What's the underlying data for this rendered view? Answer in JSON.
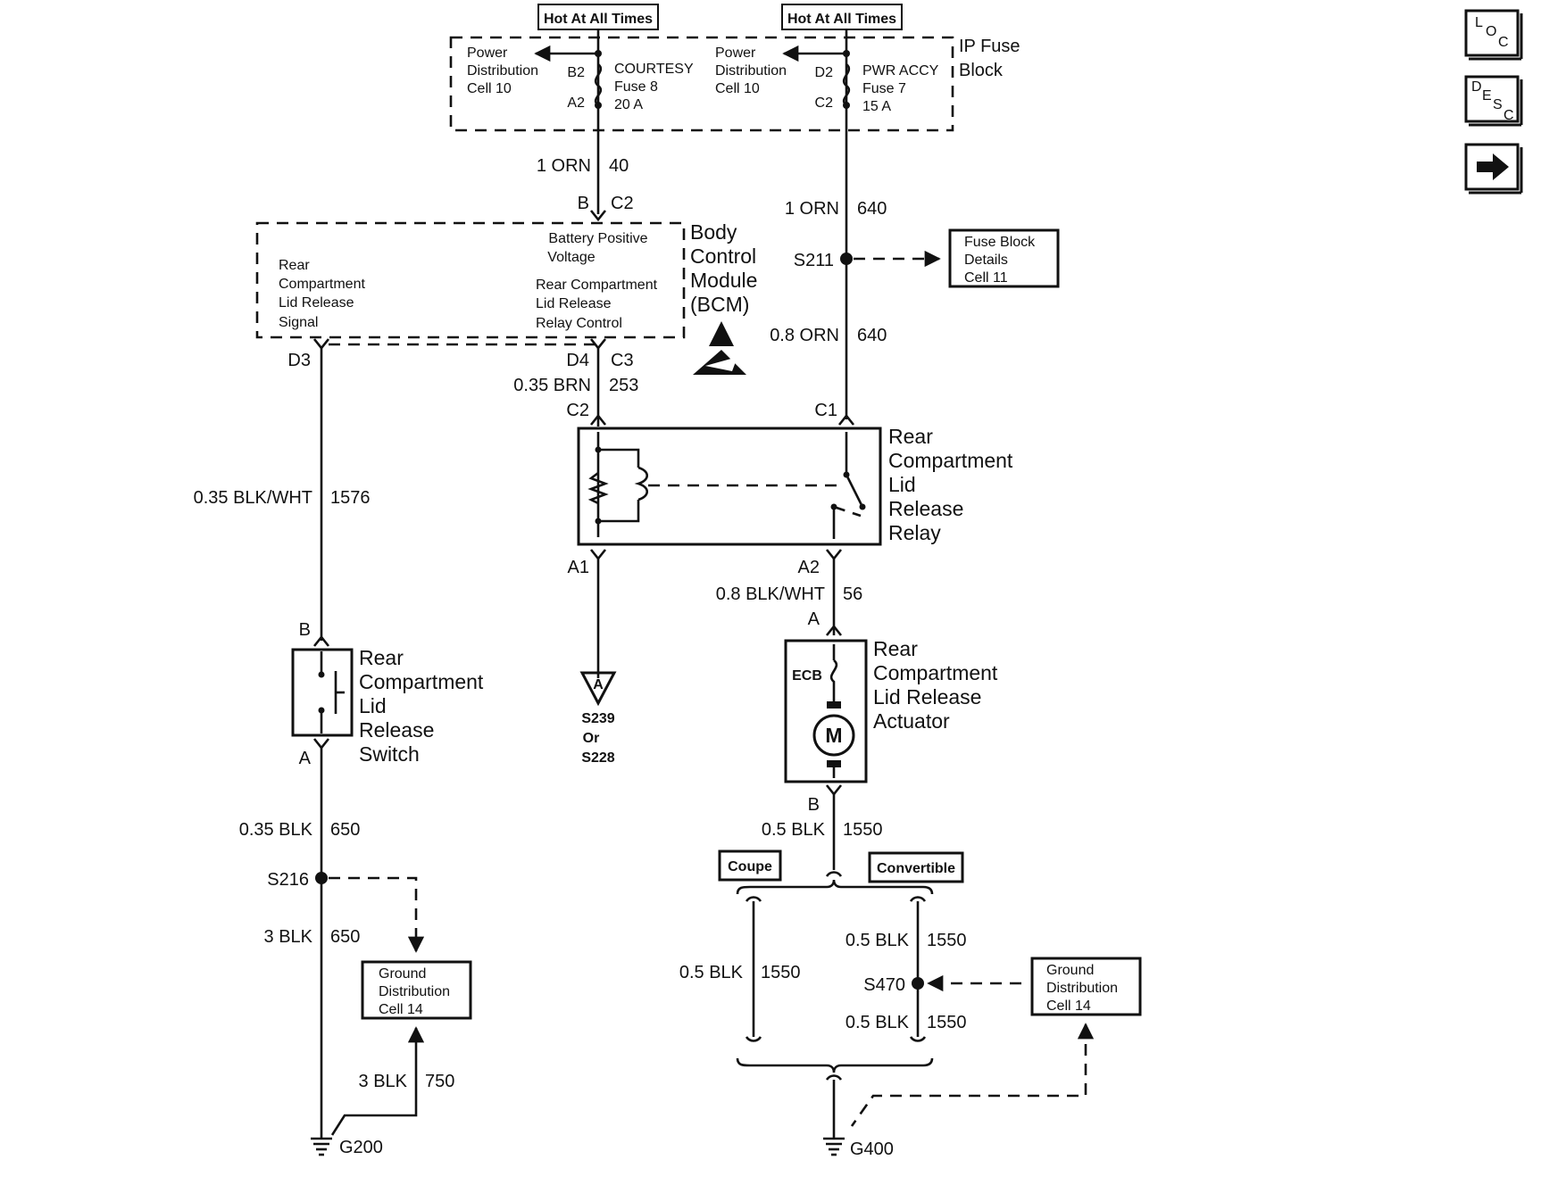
{
  "hot_labels": [
    "Hot At All Times",
    "Hot At All Times"
  ],
  "fuse_block": {
    "title": [
      "IP Fuse",
      "Block"
    ],
    "left_cell": [
      "Power",
      "Distribution",
      "Cell 10"
    ],
    "courtesy_fuse": [
      "COURTESY",
      "Fuse 8",
      "20 A"
    ],
    "courtesy_pins": [
      "B2",
      "A2"
    ],
    "right_cell": [
      "Power",
      "Distribution",
      "Cell 10"
    ],
    "pwr_fuse": [
      "PWR ACCY",
      "Fuse 7",
      "15 A"
    ],
    "pwr_pins": [
      "D2",
      "C2"
    ]
  },
  "bcm": {
    "title": [
      "Body",
      "Control",
      "Module",
      "(BCM)"
    ],
    "battery_label": [
      "Battery Positive",
      "Voltage"
    ],
    "signal_label": [
      "Rear",
      "Compartment",
      "Lid Release",
      "Signal"
    ],
    "relay_control_label": [
      "Rear Compartment",
      "Lid Release",
      "Relay Control"
    ],
    "pins": {
      "b": "B",
      "c2_top": "C2",
      "d3": "D3",
      "d4": "D4",
      "c3": "C3"
    }
  },
  "wires": {
    "w40": {
      "gauge": "1 ORN",
      "circuit": "40"
    },
    "w640a": {
      "gauge": "1 ORN",
      "circuit": "640"
    },
    "w640b": {
      "gauge": "0.8 ORN",
      "circuit": "640"
    },
    "w253": {
      "gauge": "0.35 BRN",
      "circuit": "253"
    },
    "w1576": {
      "gauge": "0.35 BLK/WHT",
      "circuit": "1576"
    },
    "w56": {
      "gauge": "0.8 BLK/WHT",
      "circuit": "56"
    },
    "w650a": {
      "gauge": "0.35 BLK",
      "circuit": "650"
    },
    "w650b": {
      "gauge": "3 BLK",
      "circuit": "650"
    },
    "w750": {
      "gauge": "3 BLK",
      "circuit": "750"
    },
    "w1550a": {
      "gauge": "0.5 BLK",
      "circuit": "1550"
    },
    "w1550coupe": {
      "gauge": "0.5 BLK",
      "circuit": "1550"
    },
    "w1550conv_top": {
      "gauge": "0.5 BLK",
      "circuit": "1550"
    },
    "w1550conv_bot": {
      "gauge": "0.5 BLK",
      "circuit": "1550"
    }
  },
  "splices": {
    "s211": "S211",
    "s216": "S216",
    "s470": "S470"
  },
  "fuse_details": [
    "Fuse Block",
    "Details",
    "Cell 11"
  ],
  "relay": {
    "title": [
      "Rear",
      "Compartment",
      "Lid",
      "Release",
      "Relay"
    ],
    "pins": {
      "c2": "C2",
      "c1": "C1",
      "a1": "A1",
      "a2": "A2"
    }
  },
  "switch": {
    "title": [
      "Rear",
      "Compartment",
      "Lid",
      "Release",
      "Switch"
    ],
    "pins": {
      "b": "B",
      "a": "A"
    }
  },
  "actuator": {
    "title": [
      "Rear",
      "Compartment",
      "Lid Release",
      "Actuator"
    ],
    "ecb": "ECB",
    "motor": "M",
    "pins": {
      "a": "A",
      "b": "B"
    }
  },
  "connector_ref": {
    "letter": "A",
    "text": [
      "S239",
      "Or",
      "S228"
    ]
  },
  "variants": {
    "coupe": "Coupe",
    "convertible": "Convertible"
  },
  "ground_dist_left": [
    "Ground",
    "Distribution",
    "Cell 14"
  ],
  "ground_dist_right": [
    "Ground",
    "Distribution",
    "Cell 14"
  ],
  "grounds": {
    "g200": "G200",
    "g400": "G400"
  },
  "nav": {
    "loc": [
      "L",
      "O",
      "C"
    ],
    "desc": [
      "D",
      "E",
      "S",
      "C"
    ],
    "next_icon": "arrow-right-icon"
  }
}
